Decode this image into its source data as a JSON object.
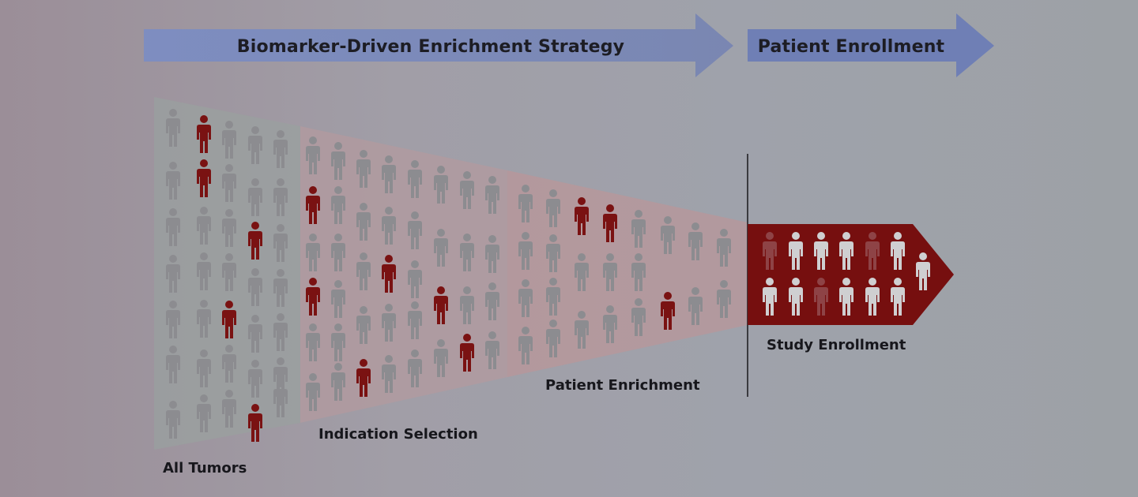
{
  "banners": {
    "strategy": "Biomarker-Driven Enrichment Strategy",
    "enrollment": "Patient Enrollment"
  },
  "stages": {
    "all_tumors": "All Tumors",
    "indication_selection": "Indication Selection",
    "patient_enrichment": "Patient Enrichment",
    "study_enrollment": "Study Enrollment"
  },
  "colors": {
    "banner_blue": "#7584b3",
    "banner_blue_dark": "#6675a8",
    "person_gray": "#8c8c90",
    "person_red": "#7a1212",
    "study_bg": "#760f0f",
    "person_light": "#cfcfd1",
    "person_faded": "#8e4346"
  },
  "icons": {
    "person": "person-icon",
    "arrow": "arrow-right-icon"
  }
}
